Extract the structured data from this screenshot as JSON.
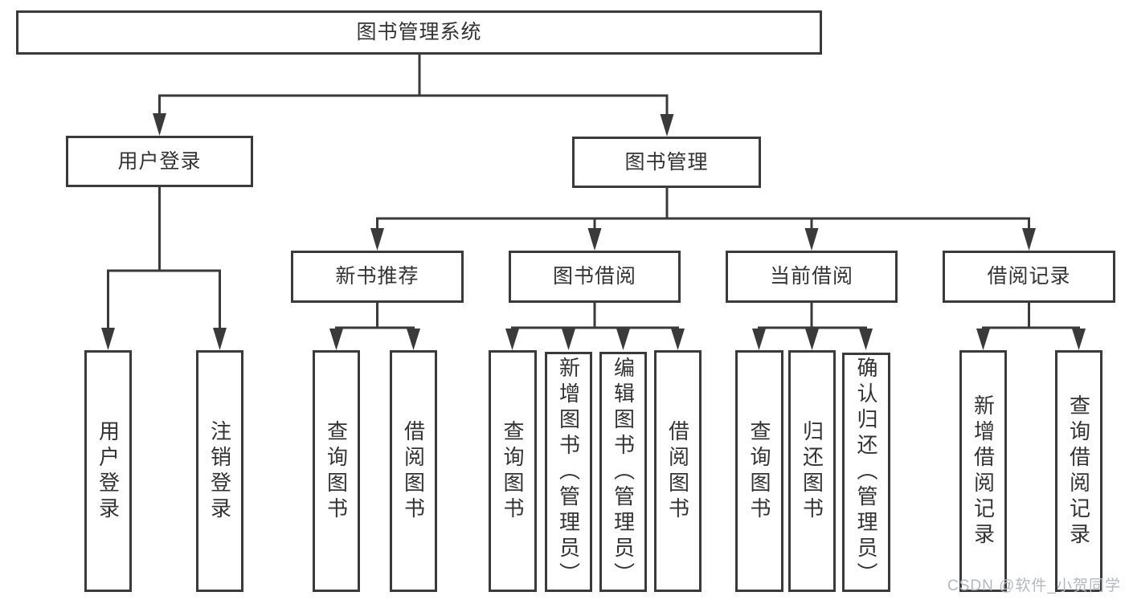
{
  "colors": {
    "border": "#3a3a3a",
    "line": "#3a3a3a",
    "text": "#333333",
    "watermark": "#b4b8bc",
    "background": "#ffffff"
  },
  "watermark": {
    "text": "CSDN @软件_小贺同学"
  },
  "tree": {
    "label": "图书管理系统",
    "children": [
      {
        "label": "用户登录",
        "children": [
          {
            "label": "用户登录"
          },
          {
            "label": "注销登录"
          }
        ]
      },
      {
        "label": "图书管理",
        "children": [
          {
            "label": "新书推荐",
            "children": [
              {
                "label": "查询图书"
              },
              {
                "label": "借阅图书"
              }
            ]
          },
          {
            "label": "图书借阅",
            "children": [
              {
                "label": "查询图书"
              },
              {
                "label": "新增图书（管理员）"
              },
              {
                "label": "编辑图书（管理员）"
              },
              {
                "label": "借阅图书"
              }
            ]
          },
          {
            "label": "当前借阅",
            "children": [
              {
                "label": "查询图书"
              },
              {
                "label": "归还图书"
              },
              {
                "label": "确认归还（管理员）"
              }
            ]
          },
          {
            "label": "借阅记录",
            "children": [
              {
                "label": "新增借阅记录"
              },
              {
                "label": "查询借阅记录"
              }
            ]
          }
        ]
      }
    ]
  }
}
